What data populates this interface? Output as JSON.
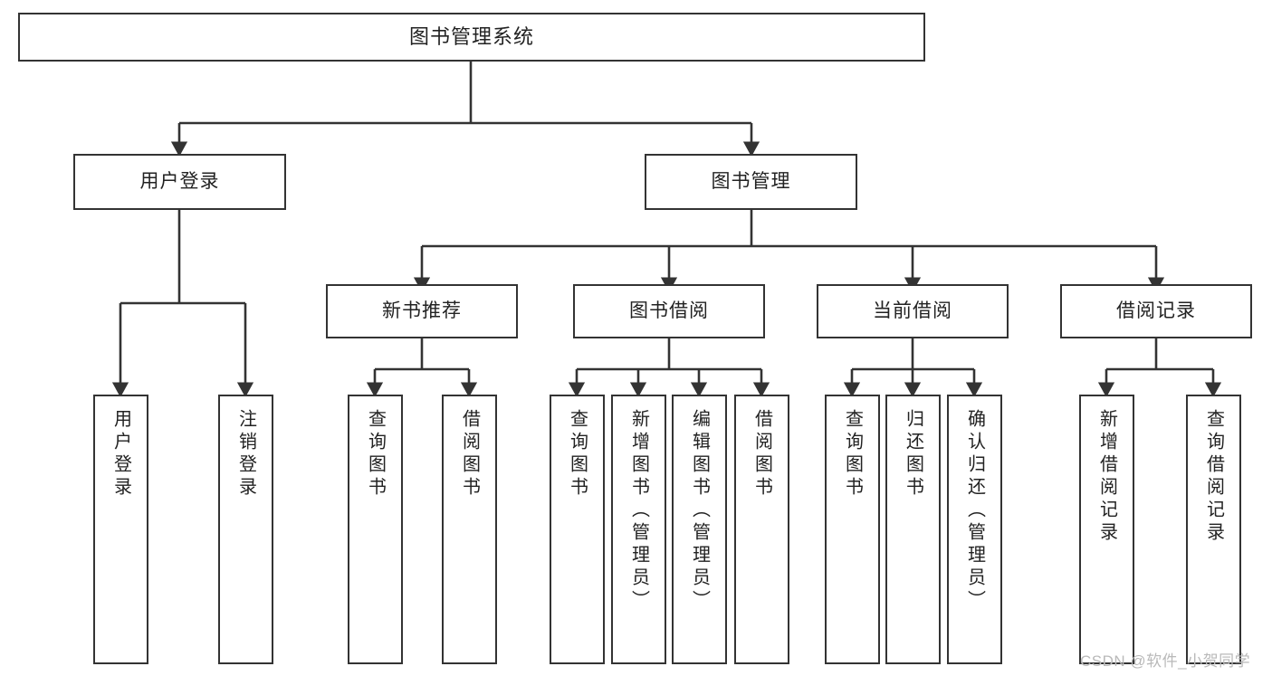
{
  "diagram": {
    "title": "图书管理系统",
    "type": "hierarchy-tree",
    "watermark": "CSDN @软件_小贺同学",
    "colors": {
      "box_border": "#333333",
      "box_fill": "#ffffff",
      "connector": "#333333",
      "text": "#222222",
      "watermark": "#b9b9b9",
      "background": "#ffffff"
    },
    "levels": 4
  },
  "nodes": {
    "root": {
      "label": "图书管理系统"
    },
    "level2": [
      {
        "label": "用户登录"
      },
      {
        "label": "图书管理"
      }
    ],
    "level3": [
      {
        "label": "新书推荐"
      },
      {
        "label": "图书借阅"
      },
      {
        "label": "当前借阅"
      },
      {
        "label": "借阅记录"
      }
    ],
    "leaves": {
      "user_login": [
        {
          "label": "用户登录"
        },
        {
          "label": "注销登录"
        }
      ],
      "new_book_recommend": [
        {
          "label": "查询图书"
        },
        {
          "label": "借阅图书"
        }
      ],
      "book_borrow": [
        {
          "label": "查询图书"
        },
        {
          "label": "新增图书（管理员）"
        },
        {
          "label": "编辑图书（管理员）"
        },
        {
          "label": "借阅图书"
        }
      ],
      "current_borrow": [
        {
          "label": "查询图书"
        },
        {
          "label": "归还图书"
        },
        {
          "label": "确认归还（管理员）"
        }
      ],
      "borrow_record": [
        {
          "label": "新增借阅记录"
        },
        {
          "label": "查询借阅记录"
        }
      ]
    }
  }
}
